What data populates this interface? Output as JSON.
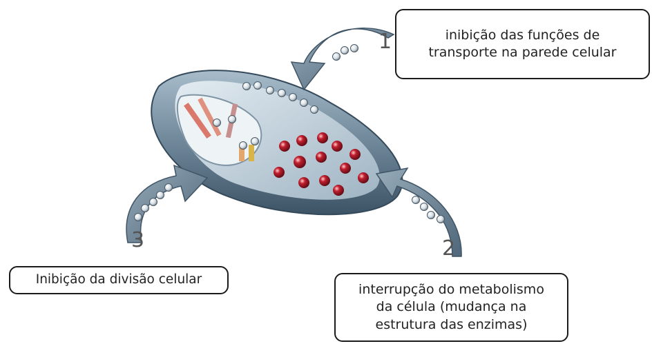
{
  "callouts": {
    "one": {
      "text": "inibição das funções de\ntransporte na parede celular"
    },
    "two": {
      "text": "interrupção do metabolismo\nda célula (mudança na\nestrutura das enzimas)"
    },
    "three": {
      "text": "Inibição da divisão celular"
    }
  },
  "numbers": {
    "one": "1",
    "two": "2",
    "three": "3"
  },
  "colors": {
    "cell_body": "#7f97a8",
    "cell_inner": "#c3d3de",
    "arrow_fill": "#6d8596",
    "molecule": "#e8eef2",
    "enzyme": "#9c1521"
  }
}
